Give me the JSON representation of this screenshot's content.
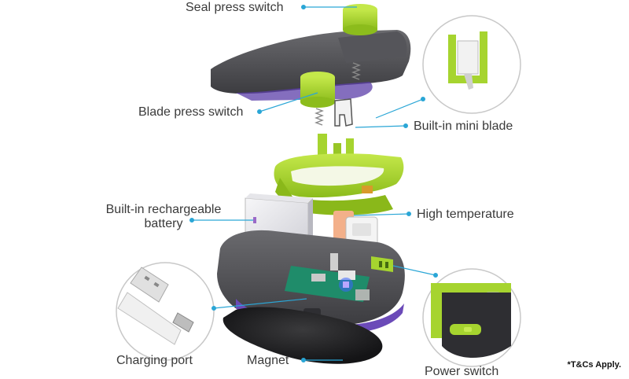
{
  "labels": {
    "seal_press_switch": "Seal press switch",
    "blade_press_switch": "Blade press switch",
    "mini_blade": "Built-in mini blade",
    "battery_line1": "Built-in rechargeable",
    "battery_line2": "battery",
    "high_temperature": "High temperature",
    "charging_port": "Charging port",
    "magnet": "Magnet",
    "power_switch": "Power switch"
  },
  "footnote": "*T&Cs Apply.",
  "colors": {
    "accent_green": "#a6d42f",
    "dark_shell": "#4a4a4e",
    "connector_blue": "#2aa6d6",
    "label_text": "#3a3a3a",
    "pcb_green": "#1f8c6a"
  },
  "icons": [
    "usb-plug-icon",
    "spring-icon"
  ]
}
